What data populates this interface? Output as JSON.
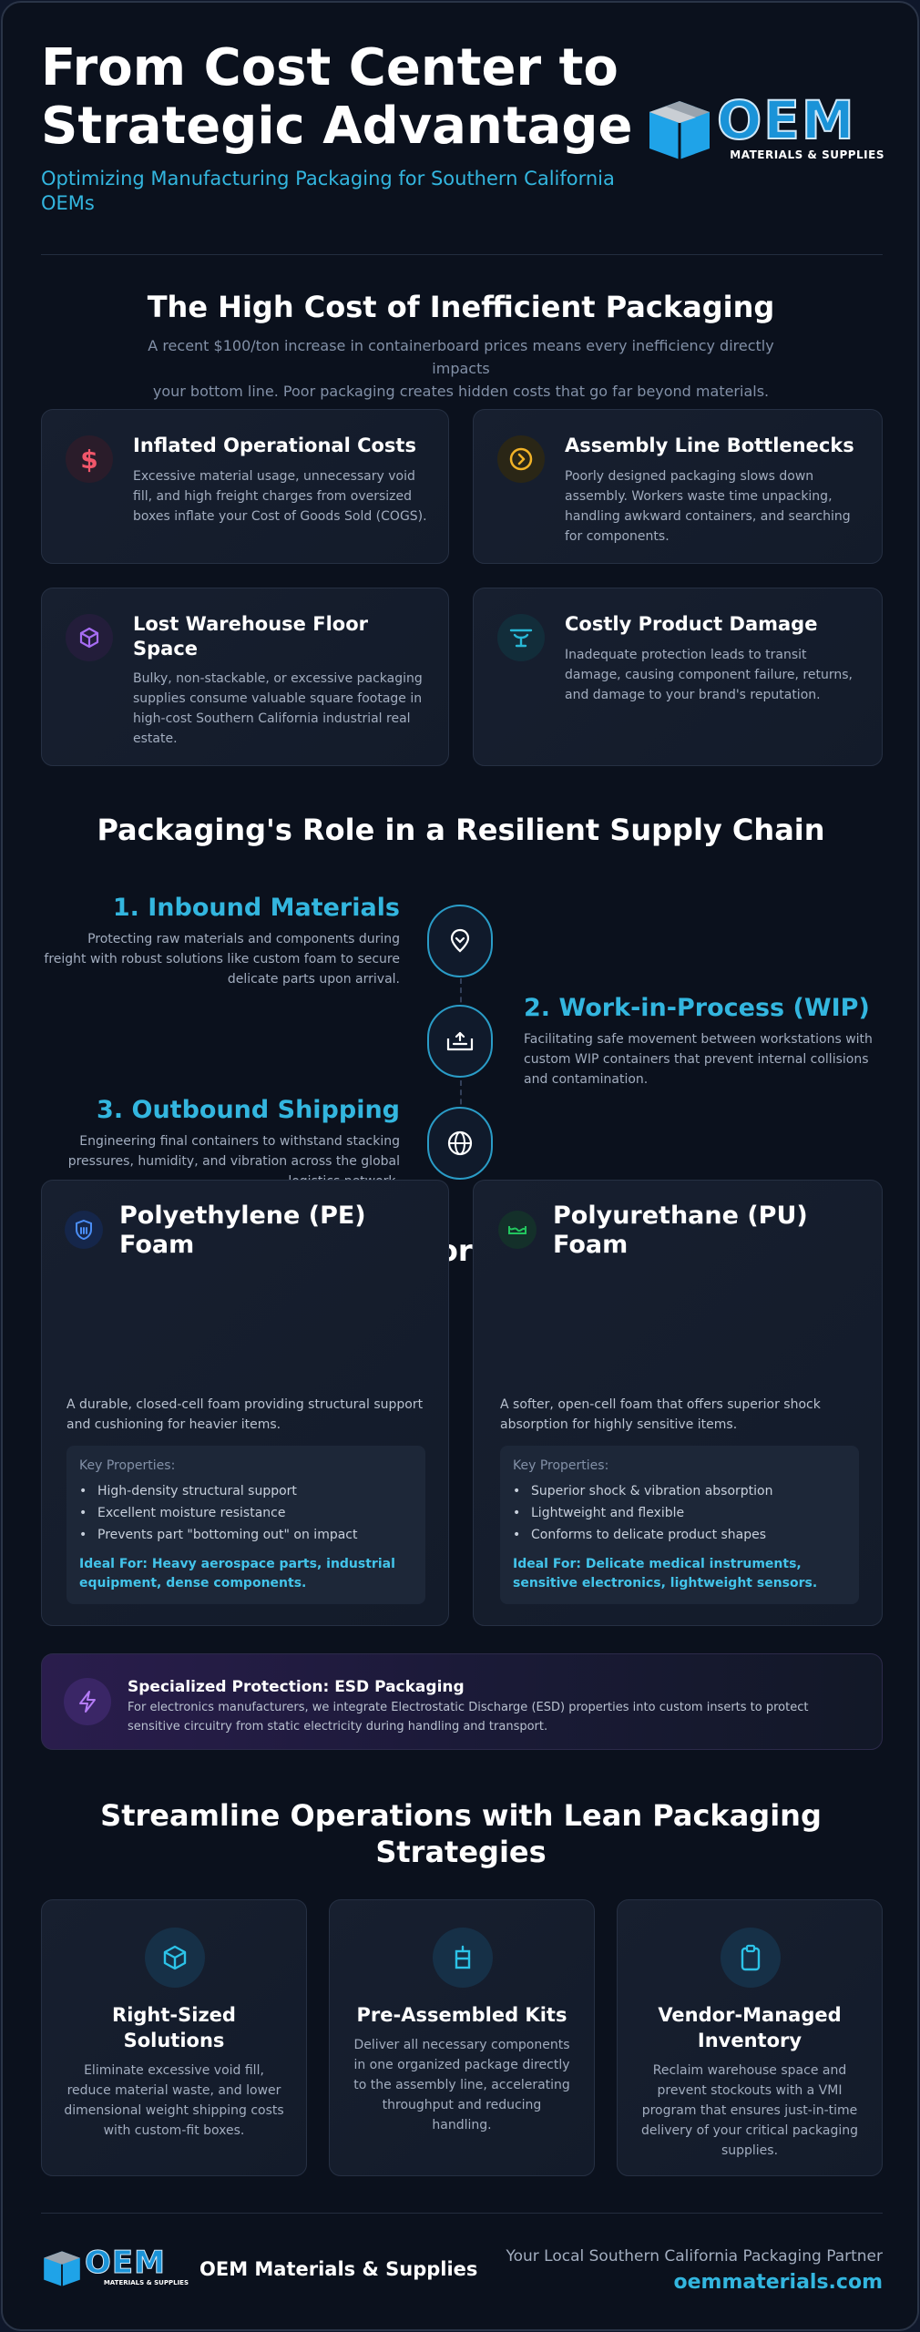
{
  "header": {
    "title_line1": "From Cost Center to",
    "title_line2": "Strategic Advantage",
    "subtitle_line1": "Optimizing Manufacturing Packaging for Southern California",
    "subtitle_line2": "OEMs",
    "logo_text": "OEM",
    "logo_tagline": "MATERIALS & SUPPLIES"
  },
  "cost_section": {
    "title": "The High Cost of Inefficient Packaging",
    "desc_line1": "A recent $100/ton increase in containerboard prices means every inefficiency directly impacts",
    "desc_line2": "your bottom line. Poor packaging creates hidden costs that go far beyond materials.",
    "cards": [
      {
        "title": "Inflated Operational Costs",
        "icon": "dollar-icon",
        "color": "#f0566a",
        "lines": [
          "Excessive material usage, unnecessary void",
          "fill, and high freight charges from oversized",
          "boxes inflate your Cost of Goods Sold (COGS)."
        ]
      },
      {
        "title": "Assembly Line Bottlenecks",
        "icon": "chevron-circle-icon",
        "color": "#f1b227",
        "lines": [
          "Poorly designed packaging slows down",
          "assembly. Workers waste time unpacking,",
          "handling awkward containers, and searching",
          "for components."
        ]
      },
      {
        "title_line1": "Lost Warehouse Floor",
        "title_line2": "Space",
        "icon": "cube-icon",
        "color": "#a66cf2",
        "lines": [
          "Bulky, non-stackable, or excessive packaging",
          "supplies consume valuable square footage in",
          "high-cost Southern California industrial real",
          "estate."
        ]
      },
      {
        "title": "Costly Product Damage",
        "icon": "fragile-icon",
        "color": "#28b8d6",
        "lines": [
          "Inadequate protection leads to transit",
          "damage, causing component failure, returns,",
          "and damage to your brand's reputation."
        ]
      }
    ]
  },
  "supply_section": {
    "title": "Packaging's Role in a Resilient Supply Chain",
    "steps": [
      {
        "title": "1. Inbound Materials",
        "icon": "inbound-icon",
        "lines": [
          "Protecting raw materials and components during",
          "freight with robust solutions like custom foam to secure",
          "delicate parts upon arrival."
        ]
      },
      {
        "title": "2. Work-in-Process (WIP)",
        "icon": "tray-icon",
        "lines": [
          "Facilitating safe movement between workstations with",
          "custom WIP containers that prevent internal collisions",
          "and contamination."
        ]
      },
      {
        "title": "3. Outbound Shipping",
        "icon": "globe-icon",
        "lines": [
          "Engineering final containers to withstand stacking",
          "pressures, humidity, and vibration across the global",
          "logistics network."
        ]
      }
    ]
  },
  "protection_section": {
    "title": "Engineered Protection for High-Value Components",
    "key_props_label": "Key Properties:",
    "foams": [
      {
        "title_line1": "Polyethylene (PE)",
        "title_line2": "Foam",
        "icon": "shield-foam-icon",
        "desc_lines": [
          "A durable, closed-cell foam providing structural support",
          "and cushioning for heavier items."
        ],
        "props": [
          "High-density structural support",
          "Excellent moisture resistance",
          "Prevents part \"bottoming out\" on impact"
        ],
        "ideal_lines": [
          "Ideal For: Heavy aerospace parts, industrial",
          "equipment, dense components."
        ]
      },
      {
        "title_line1": "Polyurethane (PU)",
        "title_line2": "Foam",
        "icon": "wave-foam-icon",
        "desc_lines": [
          "A softer, open-cell foam that offers superior shock",
          "absorption for highly sensitive items."
        ],
        "props": [
          "Superior shock & vibration absorption",
          "Lightweight and flexible",
          "Conforms to delicate product shapes"
        ],
        "ideal_lines": [
          "Ideal For: Delicate medical instruments,",
          "sensitive electronics, lightweight sensors."
        ]
      }
    ],
    "esd": {
      "title": "Specialized Protection: ESD Packaging",
      "lines": [
        "For electronics manufacturers, we integrate Electrostatic Discharge (ESD) properties into custom inserts to protect",
        "sensitive circuitry from static electricity during handling and transport."
      ],
      "icon": "lightning-icon"
    }
  },
  "lean_section": {
    "title_line1": "Streamline Operations with Lean Packaging",
    "title_line2": "Strategies",
    "cards": [
      {
        "title_line1": "Right-Sized",
        "title_line2": "Solutions",
        "icon": "box-icon",
        "lines": [
          "Eliminate excessive void fill,",
          "reduce material waste, and lower",
          "dimensional weight shipping costs",
          "with custom-fit boxes."
        ]
      },
      {
        "title_line1": "Pre-Assembled Kits",
        "title_line2": "",
        "icon": "kit-icon",
        "lines": [
          "Deliver all necessary components",
          "in one organized package directly",
          "to the assembly line, accelerating",
          "throughput and reducing",
          "handling."
        ]
      },
      {
        "title_line1": "Vendor-Managed",
        "title_line2": "Inventory",
        "icon": "clipboard-icon",
        "lines": [
          "Reclaim warehouse space and",
          "prevent stockouts with a VMI",
          "program that ensures just-in-time",
          "delivery of your critical packaging",
          "supplies."
        ]
      }
    ]
  },
  "footer": {
    "company": "OEM Materials & Supplies",
    "tagline": "Your Local Southern California Packaging Partner",
    "website": "oemmaterials.com"
  }
}
